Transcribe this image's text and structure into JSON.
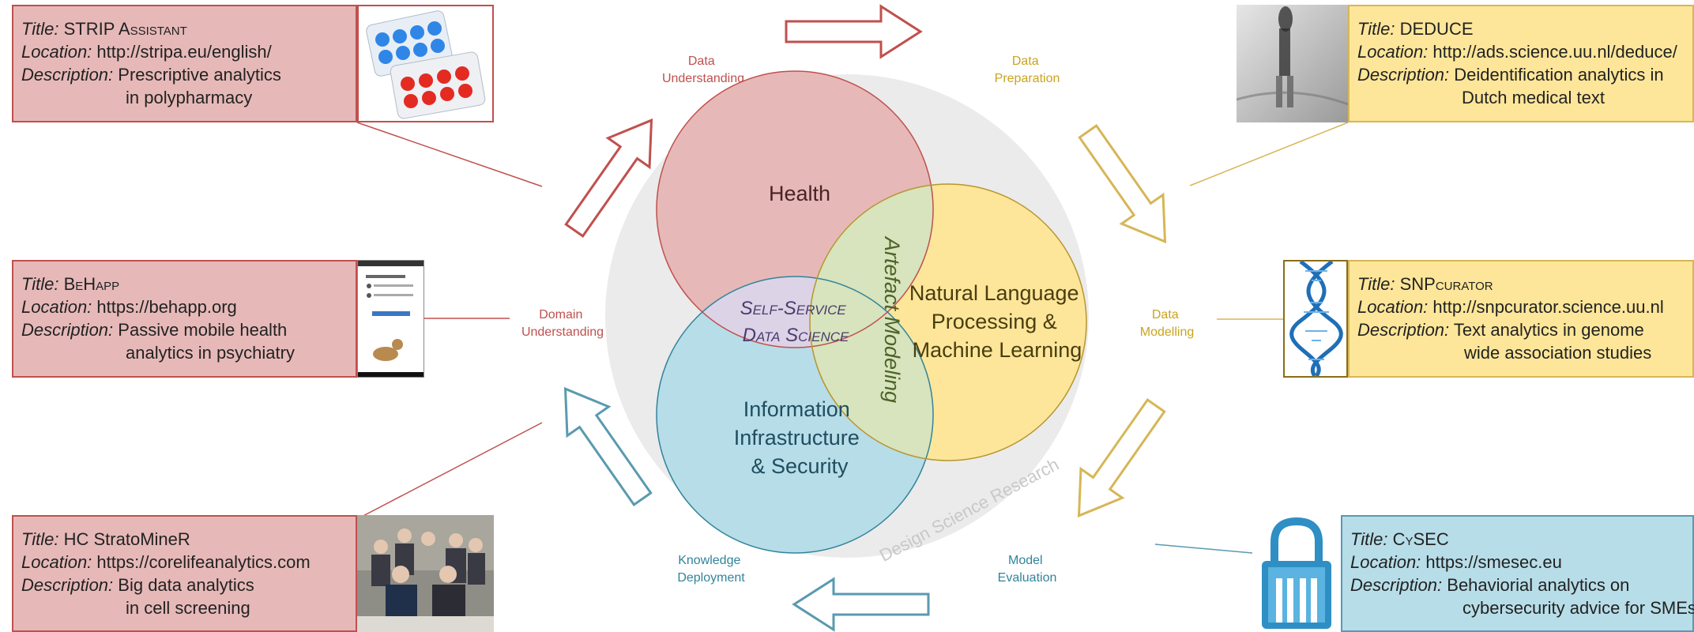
{
  "projects": [
    {
      "title_label": "Title:",
      "title": "STRIP Assistant",
      "location_label": "Location:",
      "location": "http://stripa.eu/english/",
      "description_label": "Description:",
      "description_line1": "Prescriptive analytics",
      "description_line2": "in polypharmacy",
      "image_icon": "pill-blister-image"
    },
    {
      "title_label": "Title:",
      "title": "BeHapp",
      "location_label": "Location:",
      "location": "https://behapp.org",
      "description_label": "Description:",
      "description_line1": "Passive mobile health",
      "description_line2": "analytics in psychiatry",
      "image_icon": "phone-app-screenshot"
    },
    {
      "title_label": "Title:",
      "title": "HC StratoMineR",
      "location_label": "Location:",
      "location": "https://corelifeanalytics.com",
      "description_label": "Description:",
      "description_line1": "Big data analytics",
      "description_line2": "in cell screening",
      "image_icon": "team-photo"
    },
    {
      "title_label": "Title:",
      "title": "DEDUCE",
      "location_label": "Location:",
      "location": "http://ads.science.uu.nl/deduce/",
      "description_label": "Description:",
      "description_line1": "Deidentification analytics in",
      "description_line2": "Dutch medical text",
      "image_icon": "blurred-figure-photo"
    },
    {
      "title_label": "Title:",
      "title": "SNPcurator",
      "location_label": "Location:",
      "location": "http://snpcurator.science.uu.nl",
      "description_label": "Description:",
      "description_line1": " Text analytics in genome",
      "description_line2": "wide association studies",
      "image_icon": "dna-helix-image"
    },
    {
      "title_label": "Title:",
      "title": "CySEC",
      "location_label": "Location:",
      "location": "https://smesec.eu",
      "description_label": "Description:",
      "description_line1": " Behaviorial analytics on",
      "description_line2": "cybersecurity advice for SMEs",
      "image_icon": "padlock-logo"
    }
  ],
  "cycle_phases": {
    "data_understanding": [
      "Data",
      "Understanding"
    ],
    "data_preparation": [
      "Data",
      "Preparation"
    ],
    "data_modelling": [
      "Data",
      "Modelling"
    ],
    "model_evaluation": [
      "Model",
      "Evaluation"
    ],
    "knowledge_deployment": [
      "Knowledge",
      "Deployment"
    ],
    "domain_understanding": [
      "Domain",
      "Understanding"
    ]
  },
  "venn": {
    "health": "Health",
    "nlp": [
      "Natural Language",
      "Processing &",
      "Machine Learning"
    ],
    "infra": [
      "Information",
      "Infrastructure",
      "& Security"
    ],
    "center": [
      "Self-Service",
      "Data Science"
    ],
    "artefact": "Artefact Modeling"
  },
  "background_label": "Design Science Research",
  "colors": {
    "red": "#c0504d",
    "red_fill": "#e6b9b8",
    "yellow": "#d6b656",
    "yellow_fill": "#fde699",
    "blue": "#5a9ab0",
    "blue_fill": "#b7dde8",
    "green_fill": "#d7e4bd",
    "purple_fill": "#dcd3e6"
  }
}
